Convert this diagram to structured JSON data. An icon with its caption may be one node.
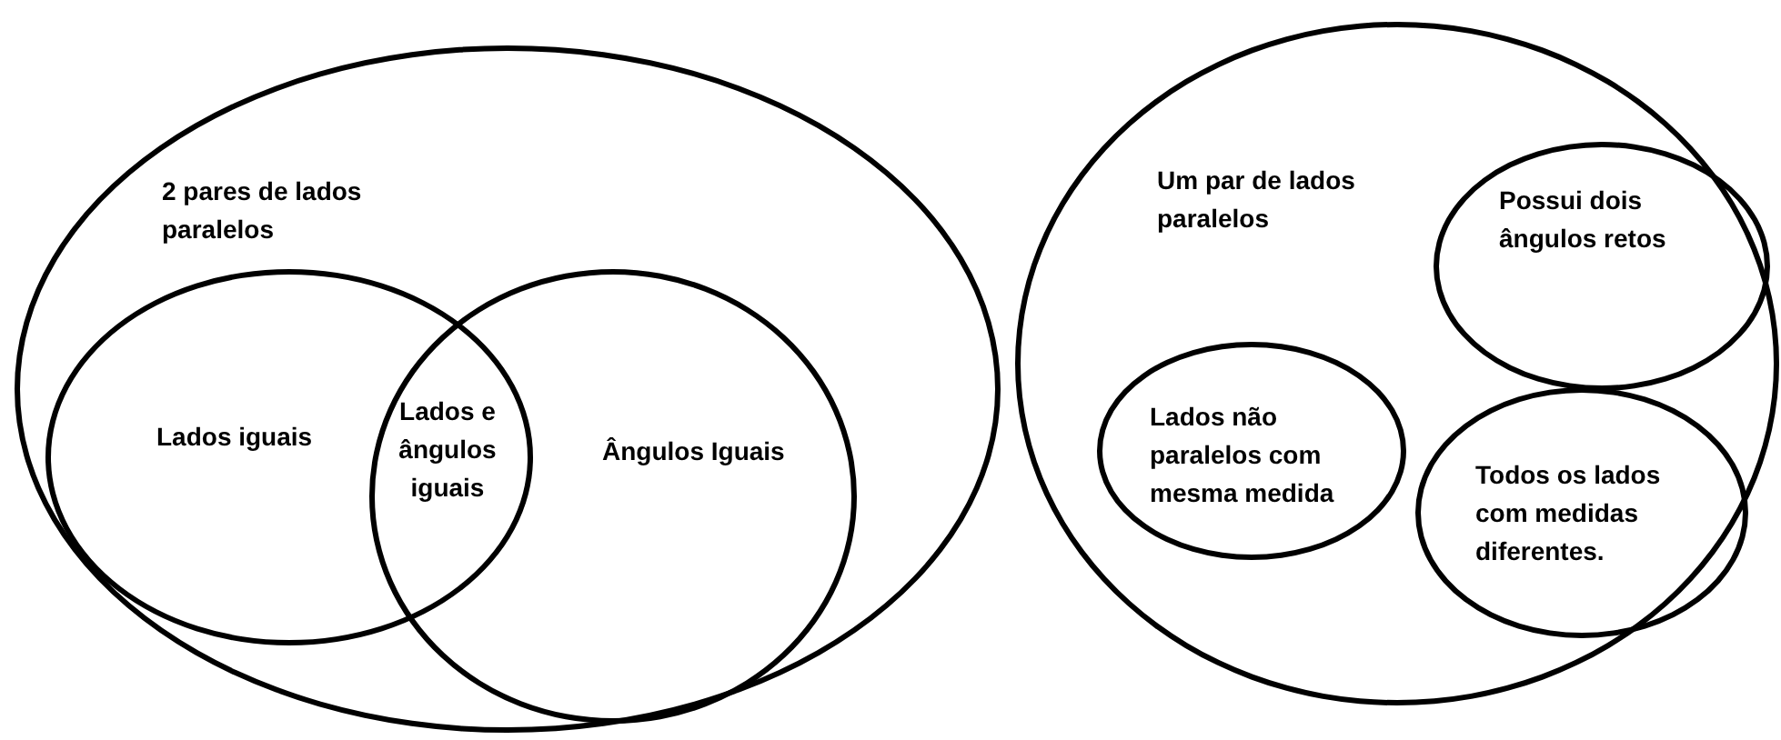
{
  "diagram": {
    "nodes": [
      {
        "text": [
          "2 pares de lados paralelos"
        ]
      },
      {
        "text": [
          "Lados iguais"
        ],
        "in": 0
      },
      {
        "text": [
          "Ângulos Iguais"
        ],
        "in": 0
      },
      {
        "text": [
          "Um par de lados paralelos"
        ]
      },
      {
        "text": [
          "Possui dois ângulos retos"
        ],
        "in": 3
      },
      {
        "text": [
          "Lados não paralelos com mesma medida"
        ],
        "in": 3
      },
      {
        "text": [
          "Todos os lados com medidas diferentes."
        ],
        "in": 3
      }
    ],
    "labels": [
      "Lados e ângulos iguais"
    ]
  }
}
